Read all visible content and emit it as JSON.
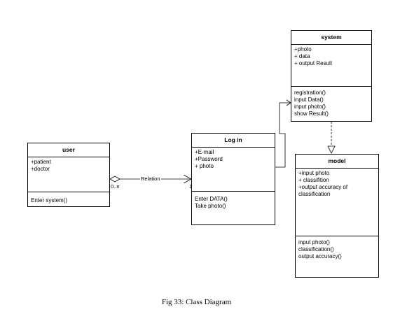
{
  "classes": {
    "user": {
      "name": "user",
      "attributes": [
        "+patient",
        "+doctor"
      ],
      "operations": [
        "Enter system()"
      ]
    },
    "login": {
      "name": "Log in",
      "attributes": [
        "+E-mail",
        "+Password",
        "+ photo"
      ],
      "operations": [
        "Enter DATA()",
        "Take photo()"
      ]
    },
    "system": {
      "name": "system",
      "attributes": [
        "+photo",
        "+ data",
        "+ output Result"
      ],
      "operations": [
        "registration()",
        "input Data()",
        "input photo()",
        "show Result()"
      ]
    },
    "model": {
      "name": "model",
      "attributes": [
        "+input photo",
        "+ classifition",
        "+output accuracy of classification"
      ],
      "operations": [
        "input photo()",
        "classification()",
        "output accuracy()"
      ]
    }
  },
  "relations": {
    "user_login": {
      "label": "Relation",
      "source_multiplicity": "0..n",
      "target_multiplicity": "1"
    }
  },
  "caption": "Fig 33: Class Diagram"
}
